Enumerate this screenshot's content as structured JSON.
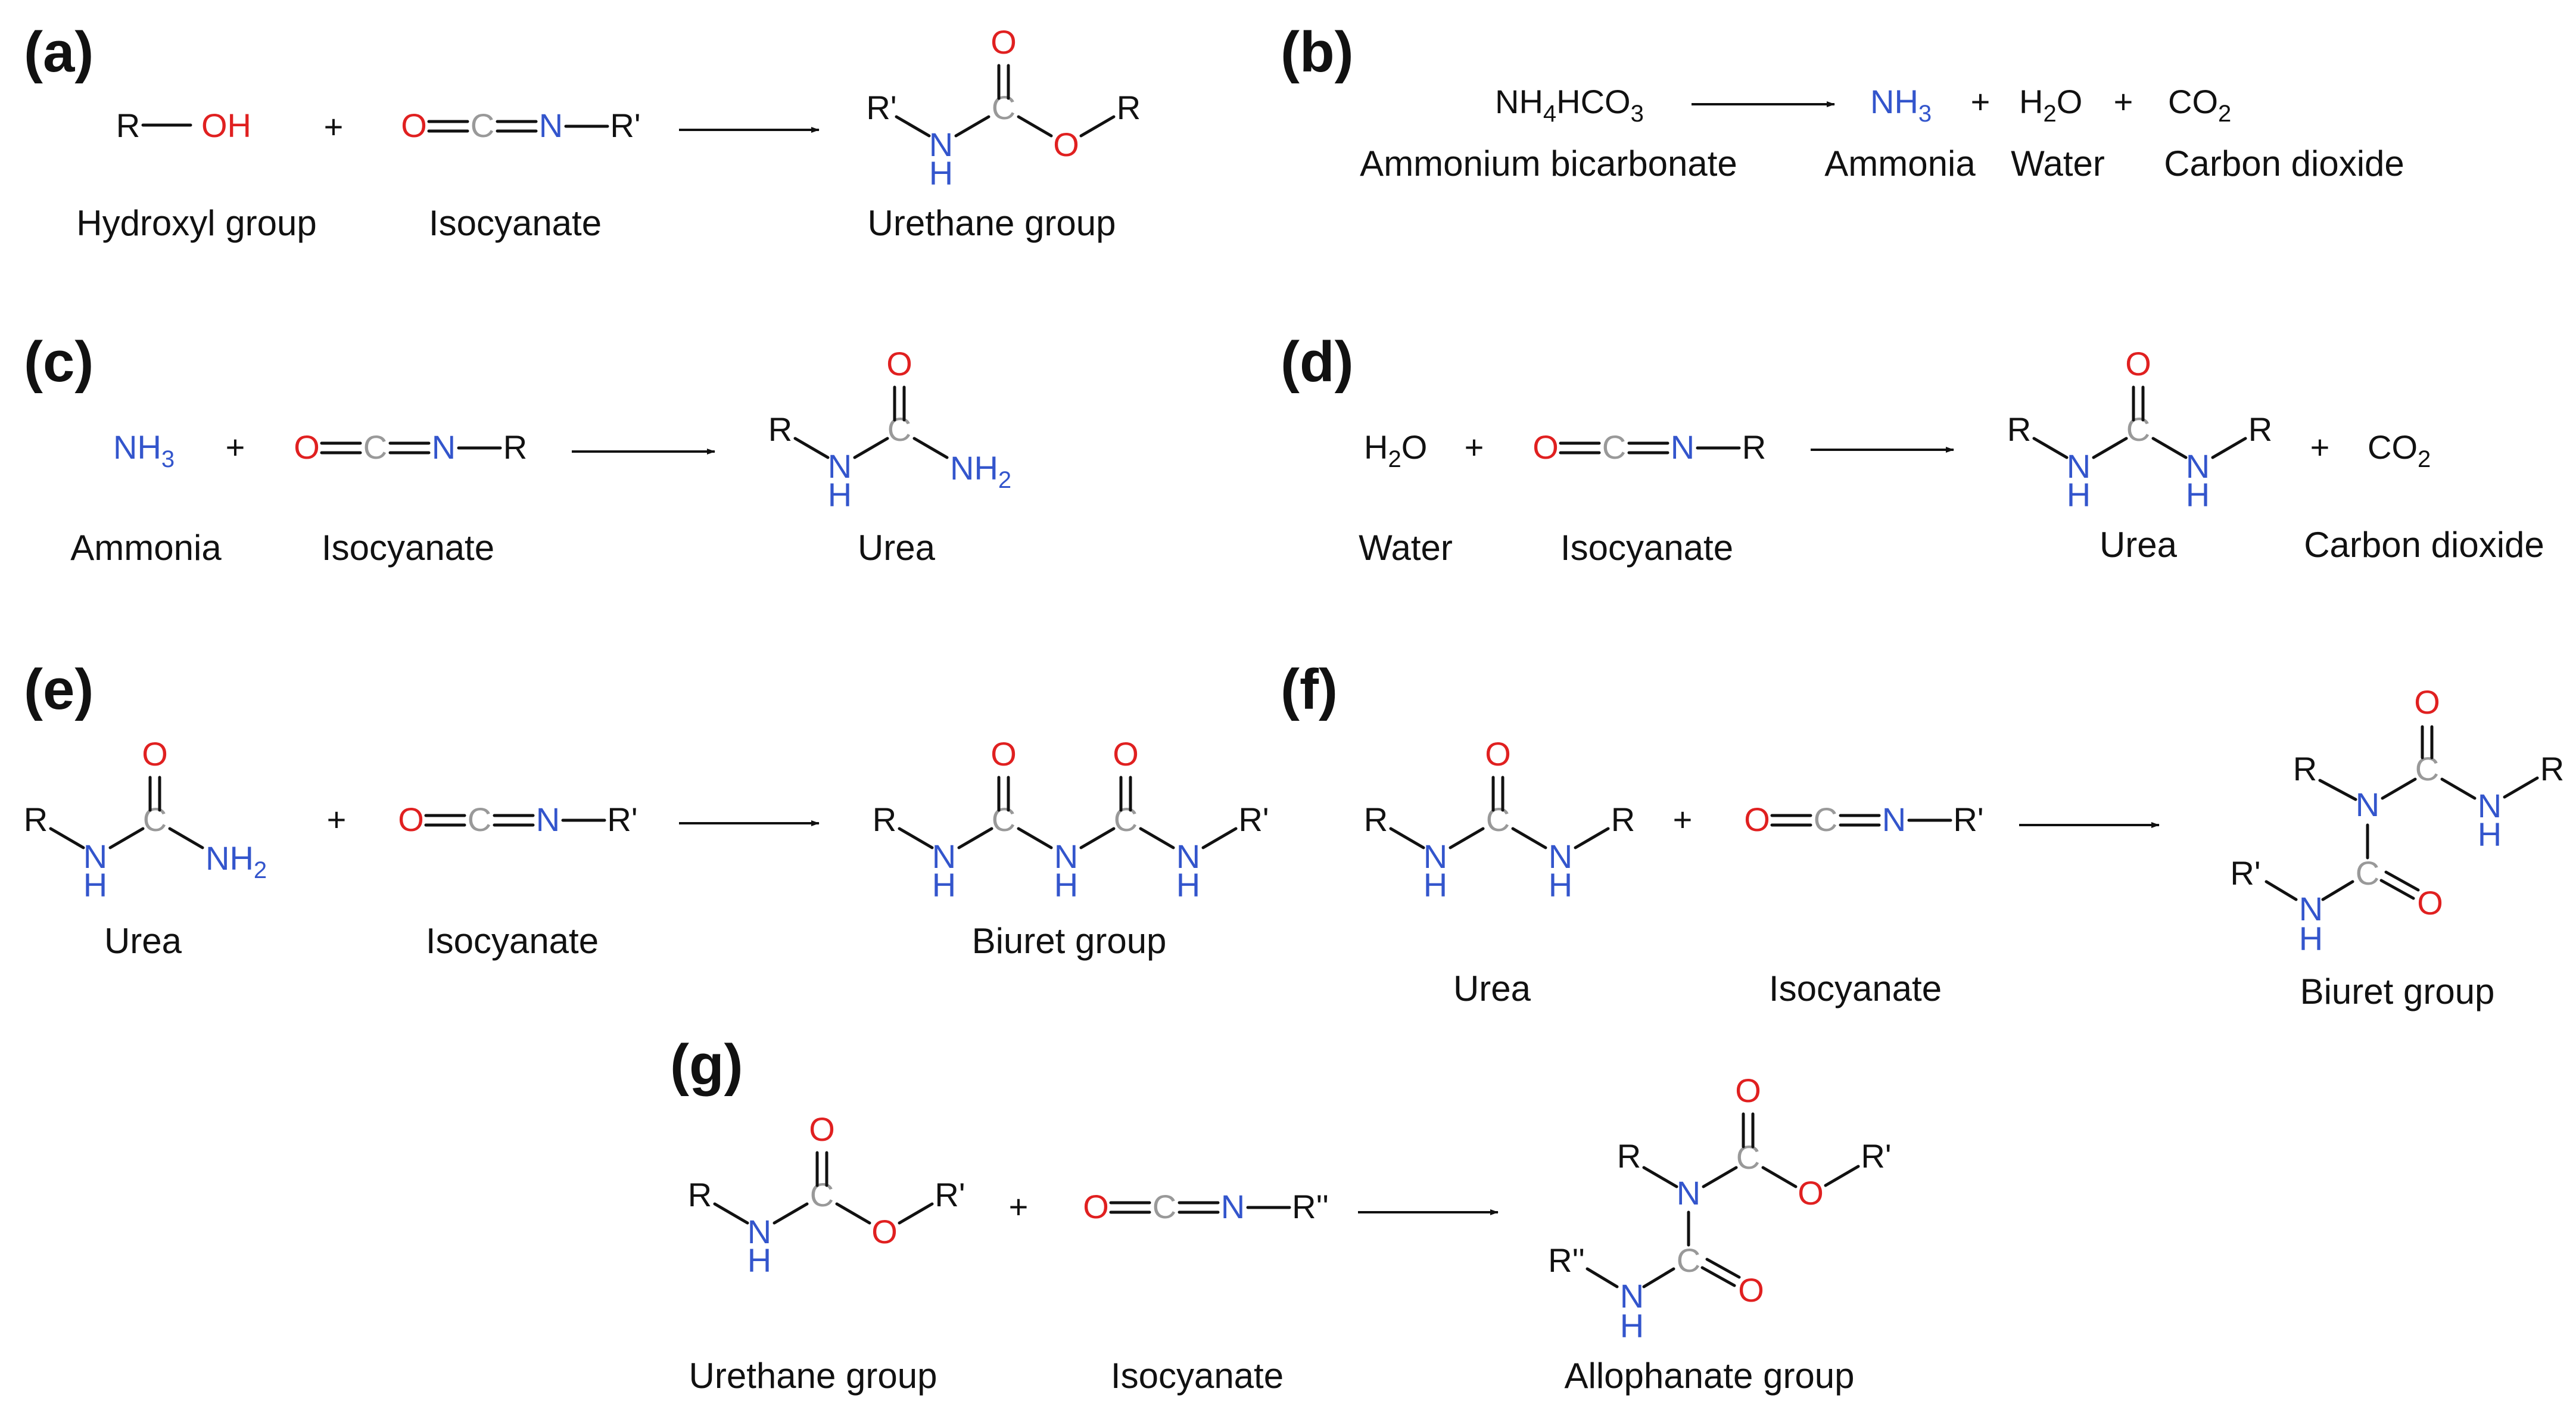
{
  "colors": {
    "oxygen": "#e02020",
    "nitrogen": "#3355cc",
    "carbon": "#999999",
    "text": "#111111"
  },
  "atoms": {
    "C": "C",
    "O": "O",
    "N": "N",
    "H": "H",
    "R": "R",
    "R1": "R'",
    "R2": "R''",
    "OH": "OH",
    "NH": "NH",
    "two": "2",
    "three": "3",
    "four": "4"
  },
  "symbols": {
    "plus": "+"
  },
  "panels": {
    "a": {
      "tag": "(a)",
      "reactant1": "Hydroxyl group",
      "reactant2": "Isocyanate",
      "product": "Urethane group"
    },
    "b": {
      "tag": "(b)",
      "reactant": "Ammonium bicarbonate",
      "reactant_formula_a": "NH",
      "reactant_formula_b": "HCO",
      "product1": "Ammonia",
      "product2": "Water",
      "product3": "Carbon dioxide"
    },
    "c": {
      "tag": "(c)",
      "reactant1": "Ammonia",
      "reactant2": "Isocyanate",
      "product": "Urea"
    },
    "d": {
      "tag": "(d)",
      "reactant1": "Water",
      "reactant2": "Isocyanate",
      "product1": "Urea",
      "product2": "Carbon dioxide"
    },
    "e": {
      "tag": "(e)",
      "reactant1": "Urea",
      "reactant2": "Isocyanate",
      "product": "Biuret group"
    },
    "f": {
      "tag": "(f)",
      "reactant1": "Urea",
      "reactant2": "Isocyanate",
      "product": "Biuret group"
    },
    "g": {
      "tag": "(g)",
      "reactant1": "Urethane group",
      "reactant2": "Isocyanate",
      "product": "Allophanate group"
    }
  }
}
